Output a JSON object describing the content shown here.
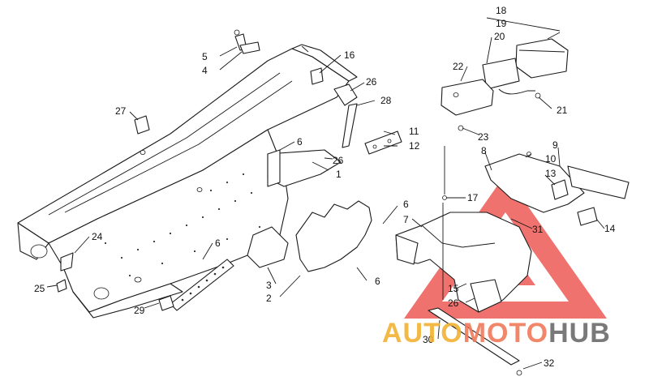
{
  "diagram": {
    "callouts": [
      "1",
      "2",
      "3",
      "4",
      "5",
      "6",
      "6",
      "6",
      "6",
      "6",
      "7",
      "8",
      "9",
      "10",
      "11",
      "12",
      "13",
      "14",
      "15",
      "16",
      "17",
      "18",
      "19",
      "20",
      "21",
      "22",
      "23",
      "24",
      "25",
      "26",
      "26",
      "26",
      "27",
      "28",
      "29",
      "30",
      "31",
      "32"
    ]
  },
  "watermark": {
    "part1": "AUTO",
    "part2": "MOTO",
    "part3": "HUB",
    "colors": {
      "auto": "#f2b233",
      "moto": "#f07a5a",
      "hub": "#6b6b6b",
      "triangle": "#e8302c"
    }
  }
}
